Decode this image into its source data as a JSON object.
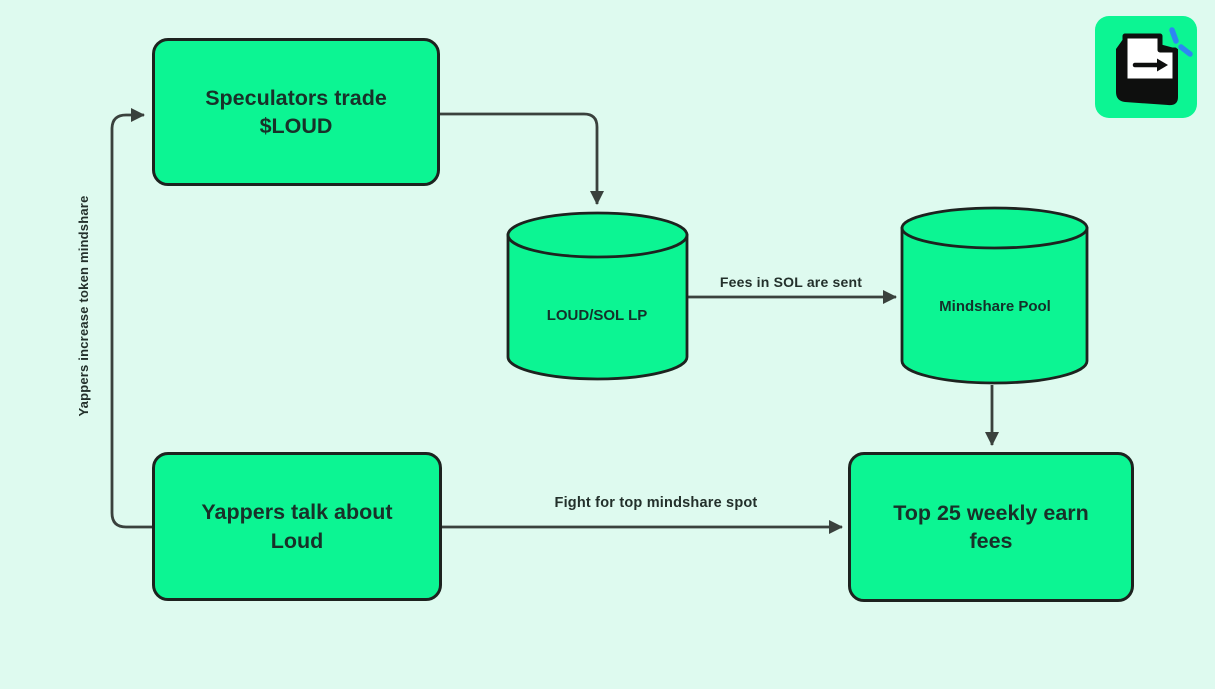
{
  "diagram": {
    "title_hint": "LOUD token mindshare flywheel flowchart",
    "nodes": {
      "speculators": {
        "label": "Speculators trade $LOUD",
        "shape": "rounded-rect"
      },
      "lp": {
        "label": "LOUD/SOL LP",
        "shape": "cylinder"
      },
      "pool": {
        "label": "Mindshare Pool",
        "shape": "cylinder"
      },
      "yappers": {
        "label": "Yappers talk about Loud",
        "shape": "rounded-rect"
      },
      "top25": {
        "label": "Top 25 weekly earn fees",
        "shape": "rounded-rect"
      }
    },
    "edge_labels": {
      "fees": "Fees in SOL are sent",
      "fight": "Fight for top mindshare spot",
      "loop": "Yappers increase token mindshare"
    },
    "edges": [
      {
        "from": "speculators",
        "to": "lp"
      },
      {
        "from": "lp",
        "to": "pool",
        "label": "Fees in SOL are sent"
      },
      {
        "from": "pool",
        "to": "top25"
      },
      {
        "from": "yappers",
        "to": "top25",
        "label": "Fight for top mindshare spot"
      },
      {
        "from": "yappers",
        "to": "speculators",
        "label": "Yappers increase token mindshare"
      }
    ],
    "colors": {
      "background": "#DEFAEF",
      "node_fill": "#0CF593",
      "node_border": "#1D221F",
      "line": "#3A413D",
      "text": "#183129",
      "logo_green": "#0CF593",
      "logo_blue": "#2E87F2"
    }
  },
  "logo": {
    "name": "enter-key-logo"
  }
}
